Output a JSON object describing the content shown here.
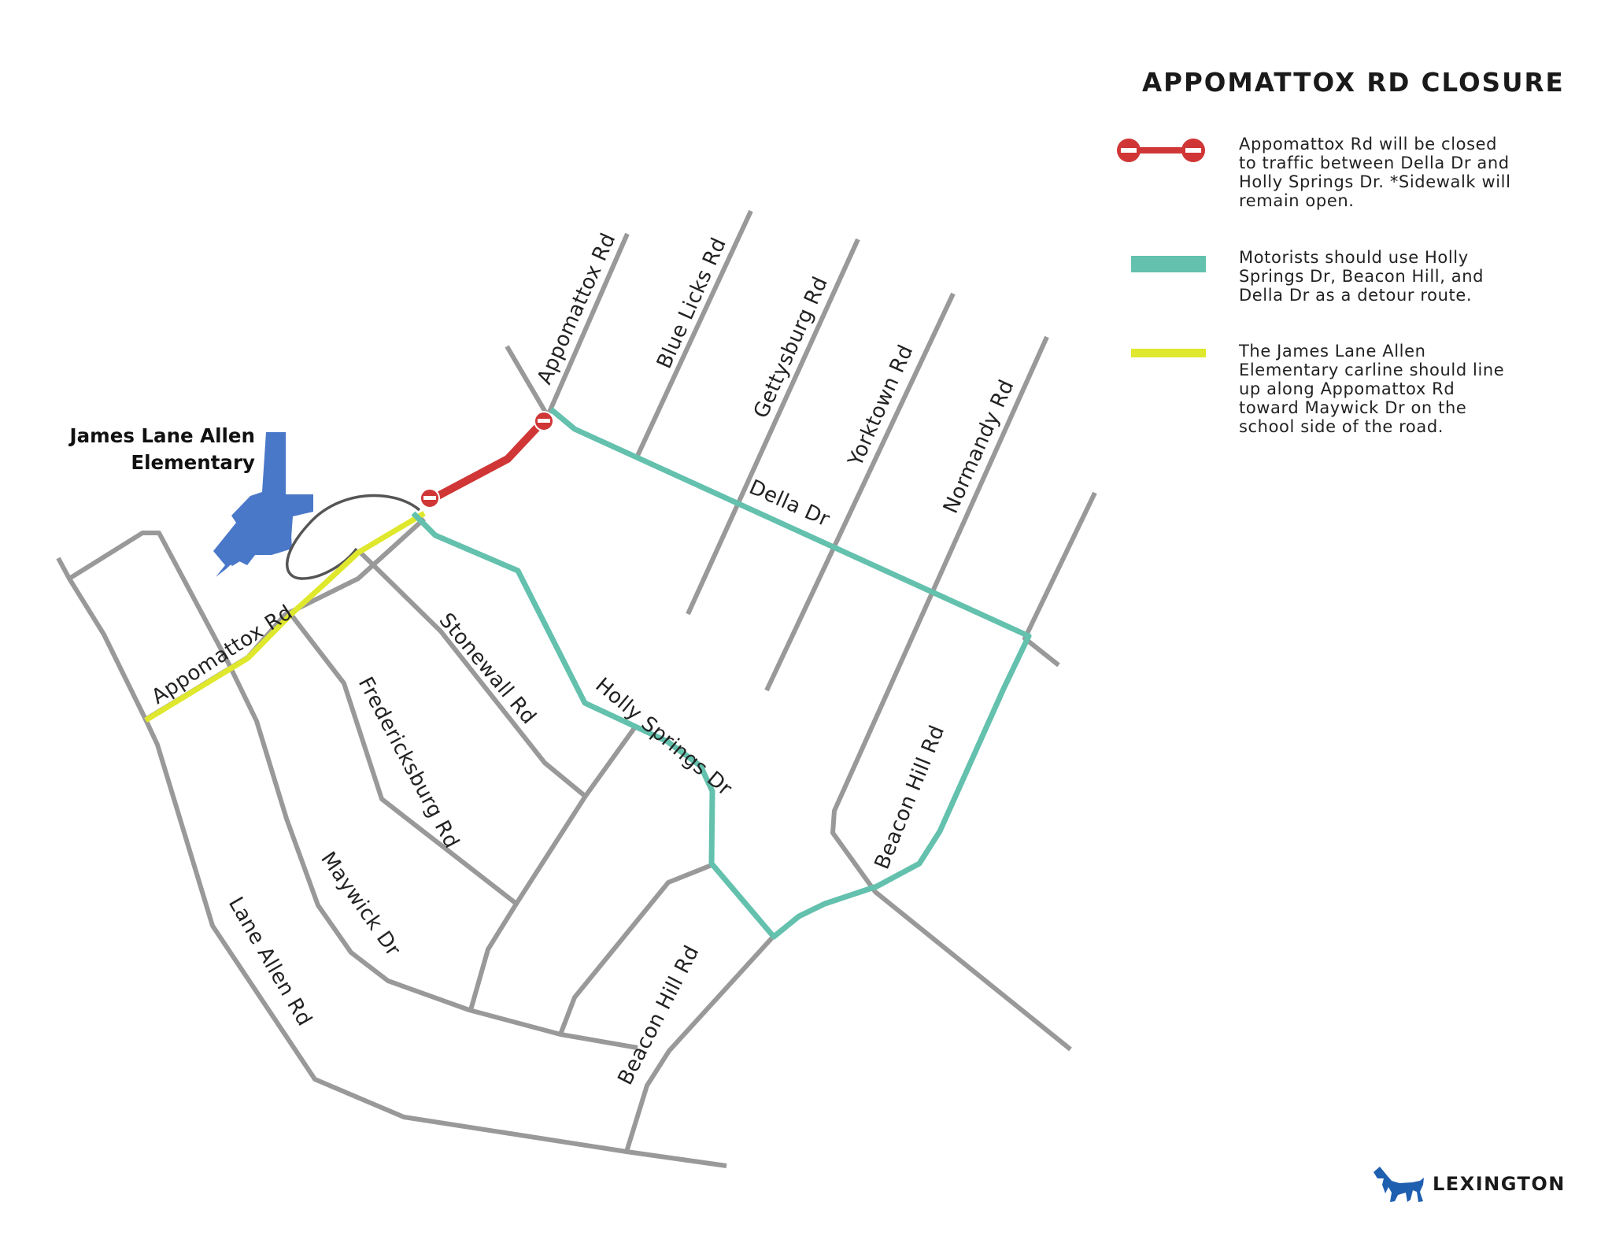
{
  "title": "APPOMATTOX RD CLOSURE",
  "school": {
    "line1": "James Lane Allen",
    "line2": "Elementary"
  },
  "legend": [
    {
      "symbol": "closure-icon",
      "color": "#d03636",
      "lines": [
        "Appomattox Rd will be closed",
        "to traffic between Della Dr and",
        "Holly Springs Dr. *Sidewalk will",
        "remain open."
      ]
    },
    {
      "symbol": "detour-swatch",
      "color": "#63c1ad",
      "lines": [
        "Motorists should use Holly",
        "Springs Dr, Beacon Hill, and",
        "Della Dr as a detour route."
      ]
    },
    {
      "symbol": "carline-swatch",
      "color": "#dfe82c",
      "lines": [
        "The James Lane Allen",
        "Elementary carline should line",
        "up along Appomattox Rd",
        "toward Maywick Dr on the",
        "school side of the road."
      ]
    }
  ],
  "streets": {
    "appomattox_north": "Appomattox Rd",
    "blue_licks": "Blue Licks Rd",
    "gettysburg": "Gettysburg Rd",
    "yorktown": "Yorktown Rd",
    "normandy": "Normandy Rd",
    "della": "Della Dr",
    "appomattox_south": "Appomattox Rd",
    "stonewall": "Stonewall Rd",
    "fredericksburg": "Fredericksburg Rd",
    "holly_springs": "Holly Springs Dr",
    "beacon_hill_east": "Beacon Hill Rd",
    "beacon_hill_south": "Beacon Hill Rd",
    "maywick": "Maywick Dr",
    "lane_allen": "Lane Allen Rd"
  },
  "brand": {
    "name": "LEXINGTON",
    "icon": "horse-logo-icon",
    "color": "#1f5fb0"
  },
  "colors": {
    "road": "#999999",
    "detour": "#63c1ad",
    "closure": "#d03636",
    "carline": "#dfe82c",
    "school": "#4a78c9"
  }
}
